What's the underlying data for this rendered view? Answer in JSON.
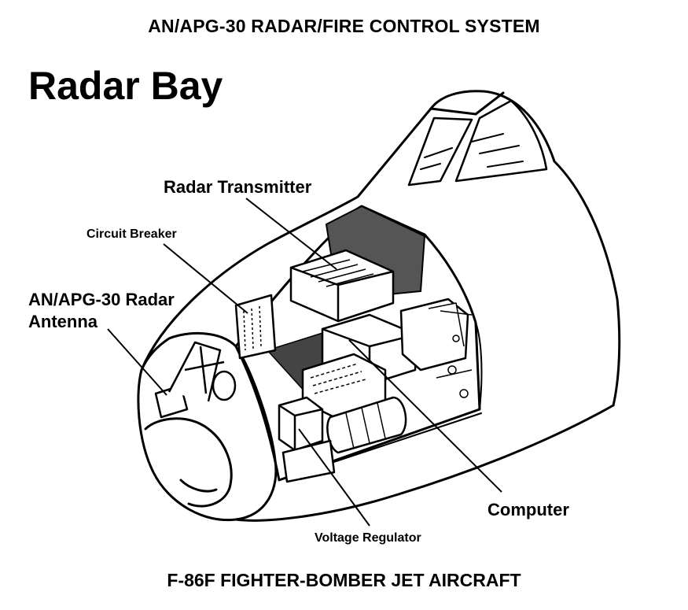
{
  "header": {
    "system_title": "AN/APG-30 RADAR/FIRE CONTROL SYSTEM"
  },
  "main": {
    "title": "Radar Bay"
  },
  "labels": {
    "radar_transmitter": "Radar Transmitter",
    "circuit_breaker": "Circuit Breaker",
    "antenna_line1": "AN/APG-30 Radar",
    "antenna_line2": "Antenna",
    "computer": "Computer",
    "voltage_regulator": "Voltage Regulator"
  },
  "footer": {
    "aircraft": "F-86F FIGHTER-BOMBER JET AIRCRAFT"
  }
}
